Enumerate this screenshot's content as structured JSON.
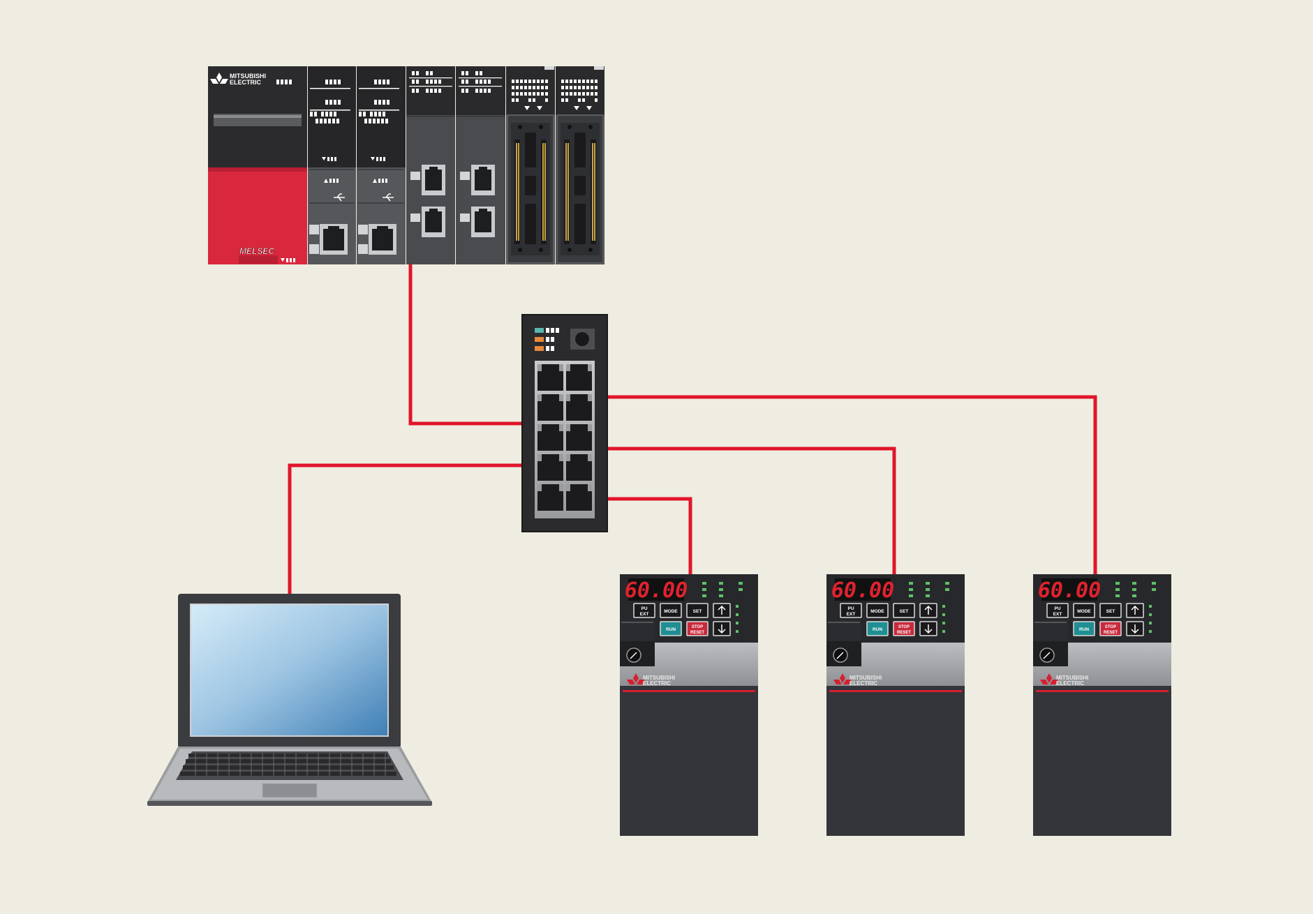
{
  "plc": {
    "brand_line1": "MITSUBISHI",
    "brand_line2": "ELECTRIC",
    "series_badge": "MELSEC"
  },
  "inverters": [
    {
      "display": "60.00",
      "brand_line1": "MITSUBISHI",
      "brand_line2": "ELECTRIC",
      "keys": {
        "pu_ext_1": "PU",
        "pu_ext_2": "EXT",
        "mode": "MODE",
        "set": "SET",
        "run": "RUN",
        "stop_1": "STOP",
        "stop_2": "RESET"
      }
    },
    {
      "display": "60.00",
      "brand_line1": "MITSUBISHI",
      "brand_line2": "ELECTRIC",
      "keys": {
        "pu_ext_1": "PU",
        "pu_ext_2": "EXT",
        "mode": "MODE",
        "set": "SET",
        "run": "RUN",
        "stop_1": "STOP",
        "stop_2": "RESET"
      }
    },
    {
      "display": "60.00",
      "brand_line1": "MITSUBISHI",
      "brand_line2": "ELECTRIC",
      "keys": {
        "pu_ext_1": "PU",
        "pu_ext_2": "EXT",
        "mode": "MODE",
        "set": "SET",
        "run": "RUN",
        "stop_1": "STOP",
        "stop_2": "RESET"
      }
    }
  ],
  "colors": {
    "background": "#efede1",
    "cable": "#e0162b",
    "device_dark": "#2f3034",
    "plc_red": "#d9283d",
    "run_key": "#1f8f93",
    "stop_key": "#c82a3d",
    "led_green": "#5fc06a"
  }
}
